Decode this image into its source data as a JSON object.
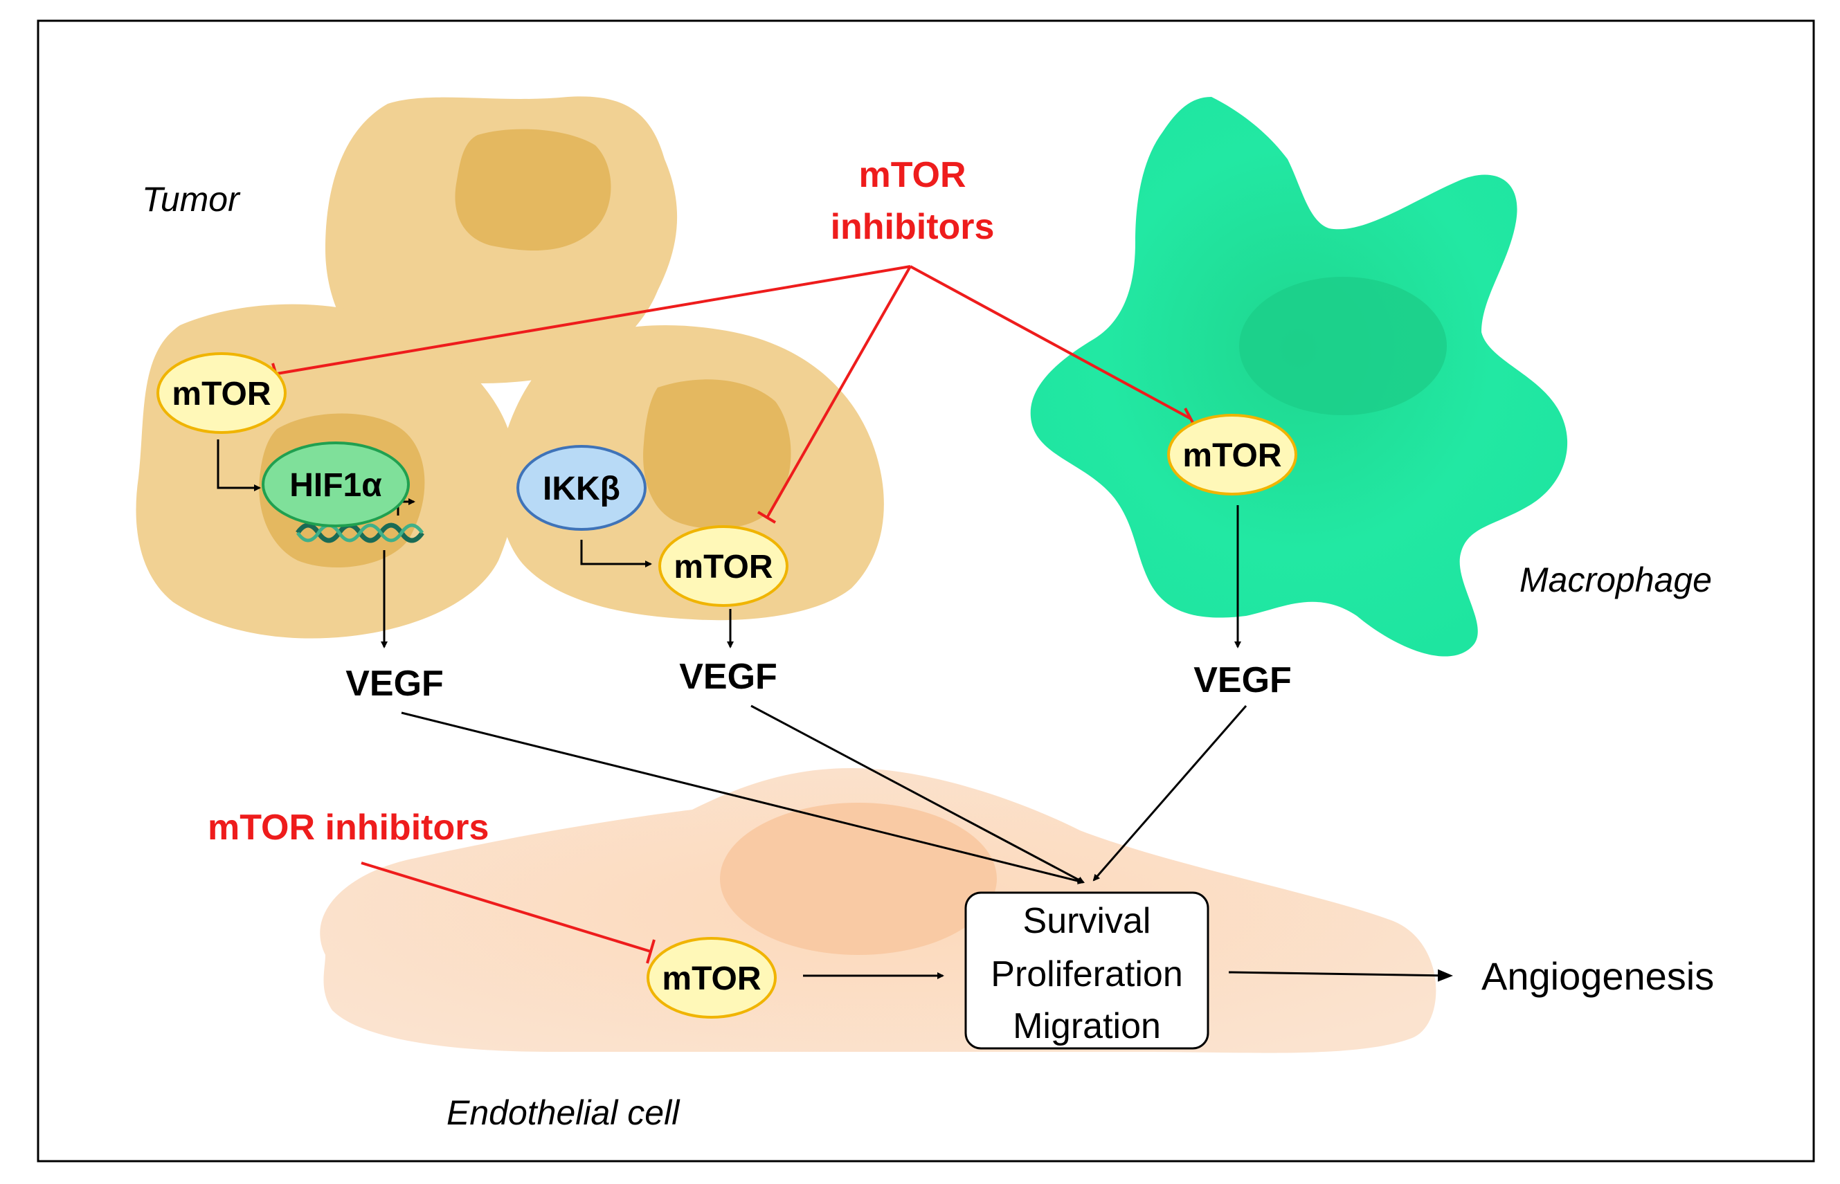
{
  "labels": {
    "tumor": "Tumor",
    "macrophage": "Macrophage",
    "endothelial": "Endothelial cell",
    "inhibitors_top_line1": "mTOR",
    "inhibitors_top_line2": "inhibitors",
    "inhibitors_bottom": "mTOR inhibitors",
    "mtor": "mTOR",
    "hif1a": "HIF1α",
    "ikkb": "IKKβ",
    "vegf": "VEGF",
    "box_line1": "Survival",
    "box_line2": "Proliferation",
    "box_line3": "Migration",
    "angiogenesis": "Angiogenesis"
  },
  "colors": {
    "inhibitor_red": "#ee1c1c",
    "tumor_cell": "#f1d193",
    "tumor_nucleus": "#e4b860",
    "macrophage": "#22e8a0",
    "endothelial": "#fbd9bc",
    "mtor_fill": "#fff8b8",
    "mtor_border": "#f0b400",
    "hif_fill": "#7fe09a",
    "ikk_fill": "#b8daf6"
  }
}
